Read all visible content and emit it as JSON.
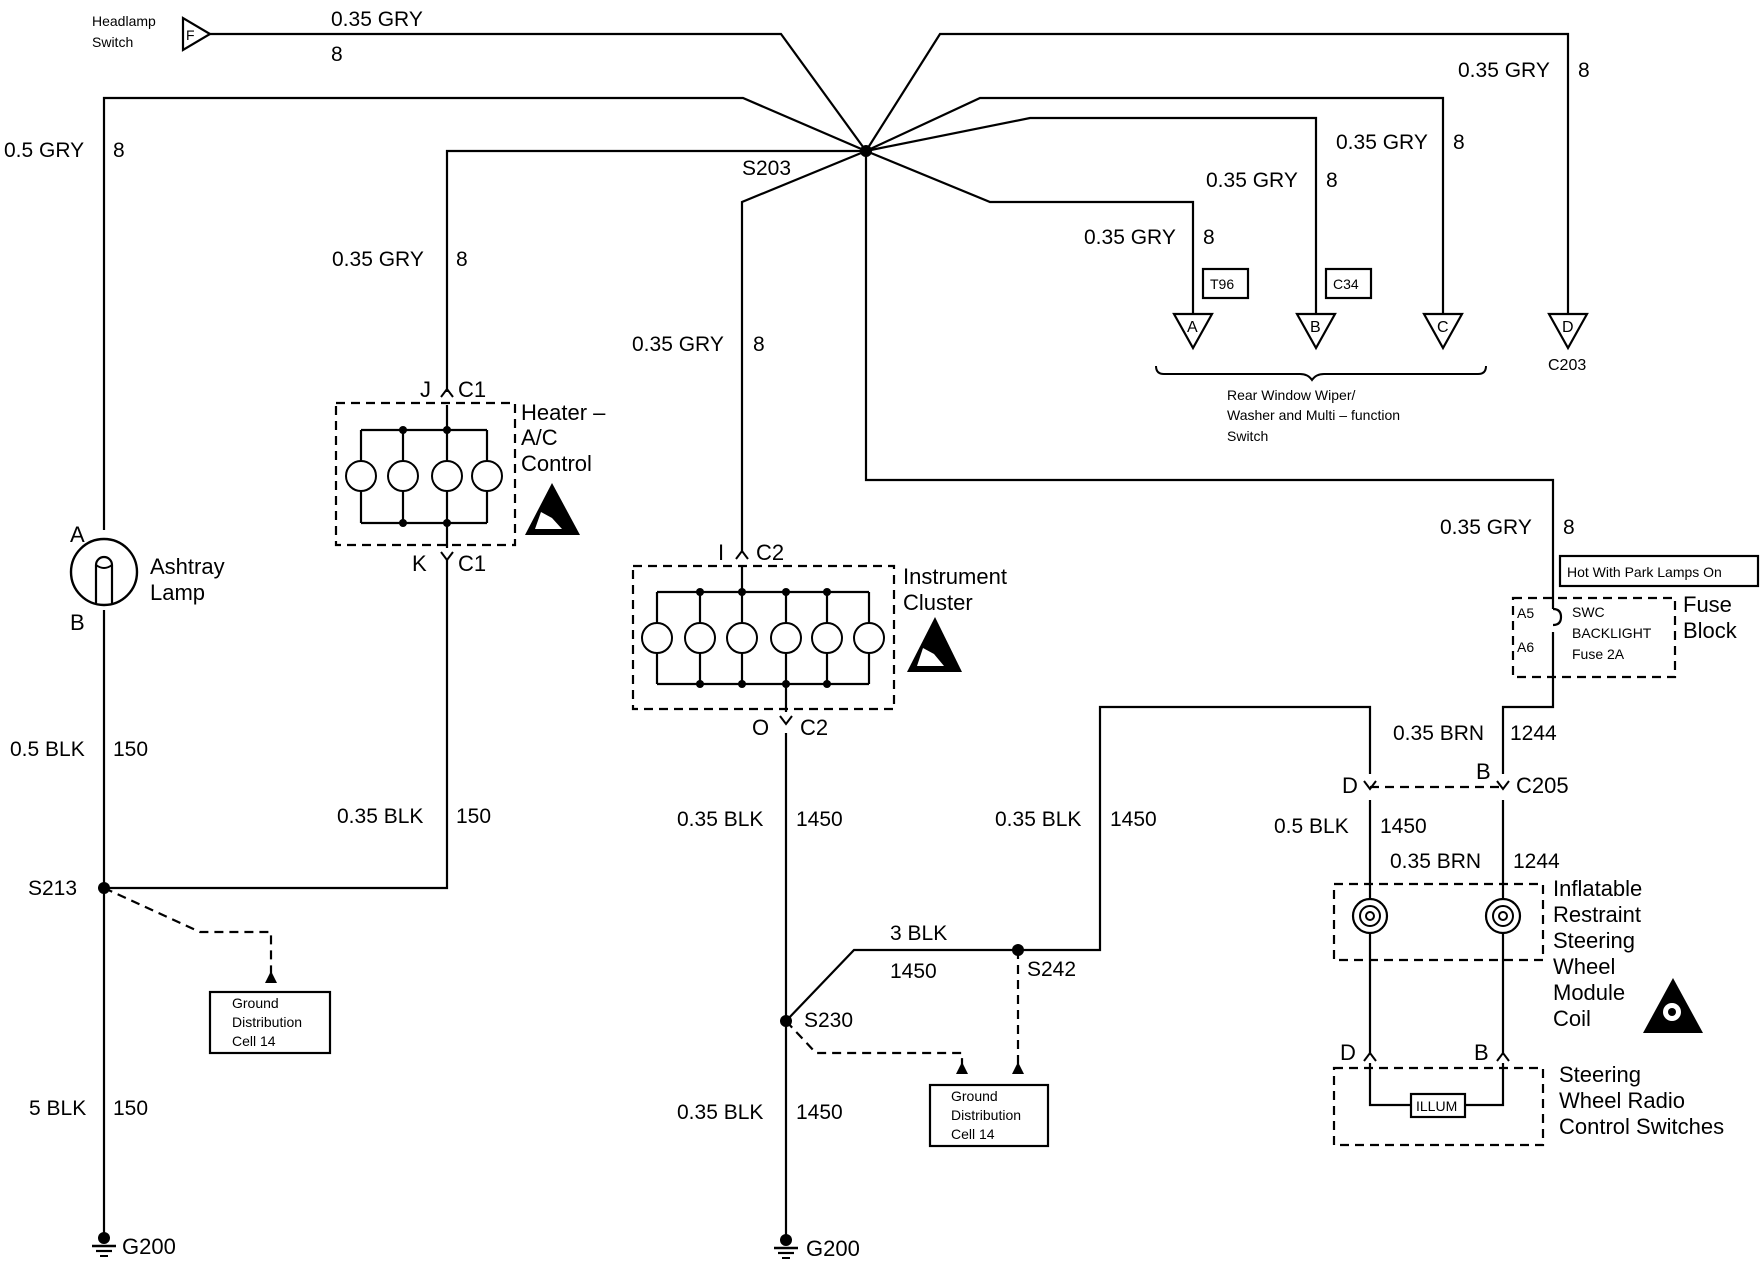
{
  "wires": {
    "headlamp_gauge": "0.35 GRY",
    "headlamp_circuit": "8",
    "top_right_gauge": "0.35 GRY",
    "top_right_circuit": "8",
    "right2_gauge": "0.35 GRY",
    "right2_circuit": "8",
    "right3_gauge": "0.35 GRY",
    "right3_circuit": "8",
    "right4_gauge": "0.35 GRY",
    "right4_circuit": "8",
    "ashtray_feed_gauge": "0.5 GRY",
    "ashtray_feed_circuit": "8",
    "heater_feed_gauge": "0.35 GRY",
    "heater_feed_circuit": "8",
    "cluster_feed_gauge": "0.35 GRY",
    "cluster_feed_circuit": "8",
    "fuse_feed_gauge": "0.35 GRY",
    "fuse_feed_circuit": "8",
    "ashtray_gnd_gauge": "0.5 BLK",
    "ashtray_gnd_circuit": "150",
    "heater_gnd_gauge": "0.35 BLK",
    "heater_gnd_circuit": "150",
    "ashtray_main_gnd_gauge": "5 BLK",
    "ashtray_main_gnd_circuit": "150",
    "cluster_gnd_gauge": "0.35 BLK",
    "cluster_gnd_circuit": "1450",
    "cluster_main_gnd_gauge": "0.35 BLK",
    "cluster_main_gnd_circuit": "1450",
    "s242_feed_gauge": "0.35 BLK",
    "s242_feed_circuit": "1450",
    "s242_link_gauge": "3 BLK",
    "s242_link_circuit": "1450",
    "brn_fuse_gauge": "0.35 BRN",
    "brn_fuse_circuit": "1244",
    "coil_blk_gauge": "0.5 BLK",
    "coil_blk_circuit": "1450",
    "coil_brn_gauge": "0.35 BRN",
    "coil_brn_circuit": "1244"
  },
  "splices": {
    "s203": "S203",
    "s213": "S213",
    "s230": "S230",
    "s242": "S242"
  },
  "grounds": {
    "left": "G200",
    "center": "G200"
  },
  "headlamp": {
    "line1": "Headlamp",
    "line2": "Switch",
    "pin": "F"
  },
  "components": {
    "ashtray_line1": "Ashtray",
    "ashtray_line2": "Lamp",
    "ashtray_pin_a": "A",
    "ashtray_pin_b": "B",
    "heater_line1": "Heater –",
    "heater_line2": "A/C",
    "heater_line3": "Control",
    "heater_pin_j": "J",
    "heater_conn_c1_top": "C1",
    "heater_pin_k": "K",
    "heater_conn_c1_bot": "C1",
    "cluster_line1": "Instrument",
    "cluster_line2": "Cluster",
    "cluster_pin_i": "I",
    "cluster_conn_c2_top": "C2",
    "cluster_pin_o": "O",
    "cluster_conn_c2_bot": "C2",
    "fuse_line1": "Fuse",
    "fuse_line2": "Block",
    "fuse_hot_label": "Hot With Park Lamps On",
    "fuse_pin_a5": "A5",
    "fuse_pin_a6": "A6",
    "fuse_name1": "SWC",
    "fuse_name2": "BACKLIGHT",
    "fuse_name3": "Fuse 2A",
    "c205_pin_d": "D",
    "c205_pin_b": "B",
    "c205_label": "C205",
    "coil_line1": "Inflatable",
    "coil_line2": "Restraint",
    "coil_line3": "Steering",
    "coil_line4": "Wheel",
    "coil_line5": "Module",
    "coil_line6": "Coil",
    "radio_line1": "Steering",
    "radio_line2": "Wheel Radio",
    "radio_line3": "Control Switches",
    "radio_pin_d": "D",
    "radio_pin_b": "B",
    "illum_label": "ILLUM"
  },
  "connectors": {
    "pin_a": "A",
    "pin_b": "B",
    "pin_c": "C",
    "pin_d": "D",
    "c203_label": "C203",
    "tag_t96": "T96",
    "tag_c34": "C34",
    "switch_line1": "Rear Window Wiper/",
    "switch_line2": "Washer and Multi – function",
    "switch_line3": "Switch"
  },
  "ground_distribution": {
    "left_line1": "Ground",
    "left_line2": "Distribution",
    "left_line3": "Cell 14",
    "center_line1": "Ground",
    "center_line2": "Distribution",
    "center_line3": "Cell 14"
  },
  "icons": {
    "esd_symbol": "esd-warning-icon",
    "airbag_symbol": "airbag-warning-icon",
    "ground_symbol": "ground-icon"
  }
}
